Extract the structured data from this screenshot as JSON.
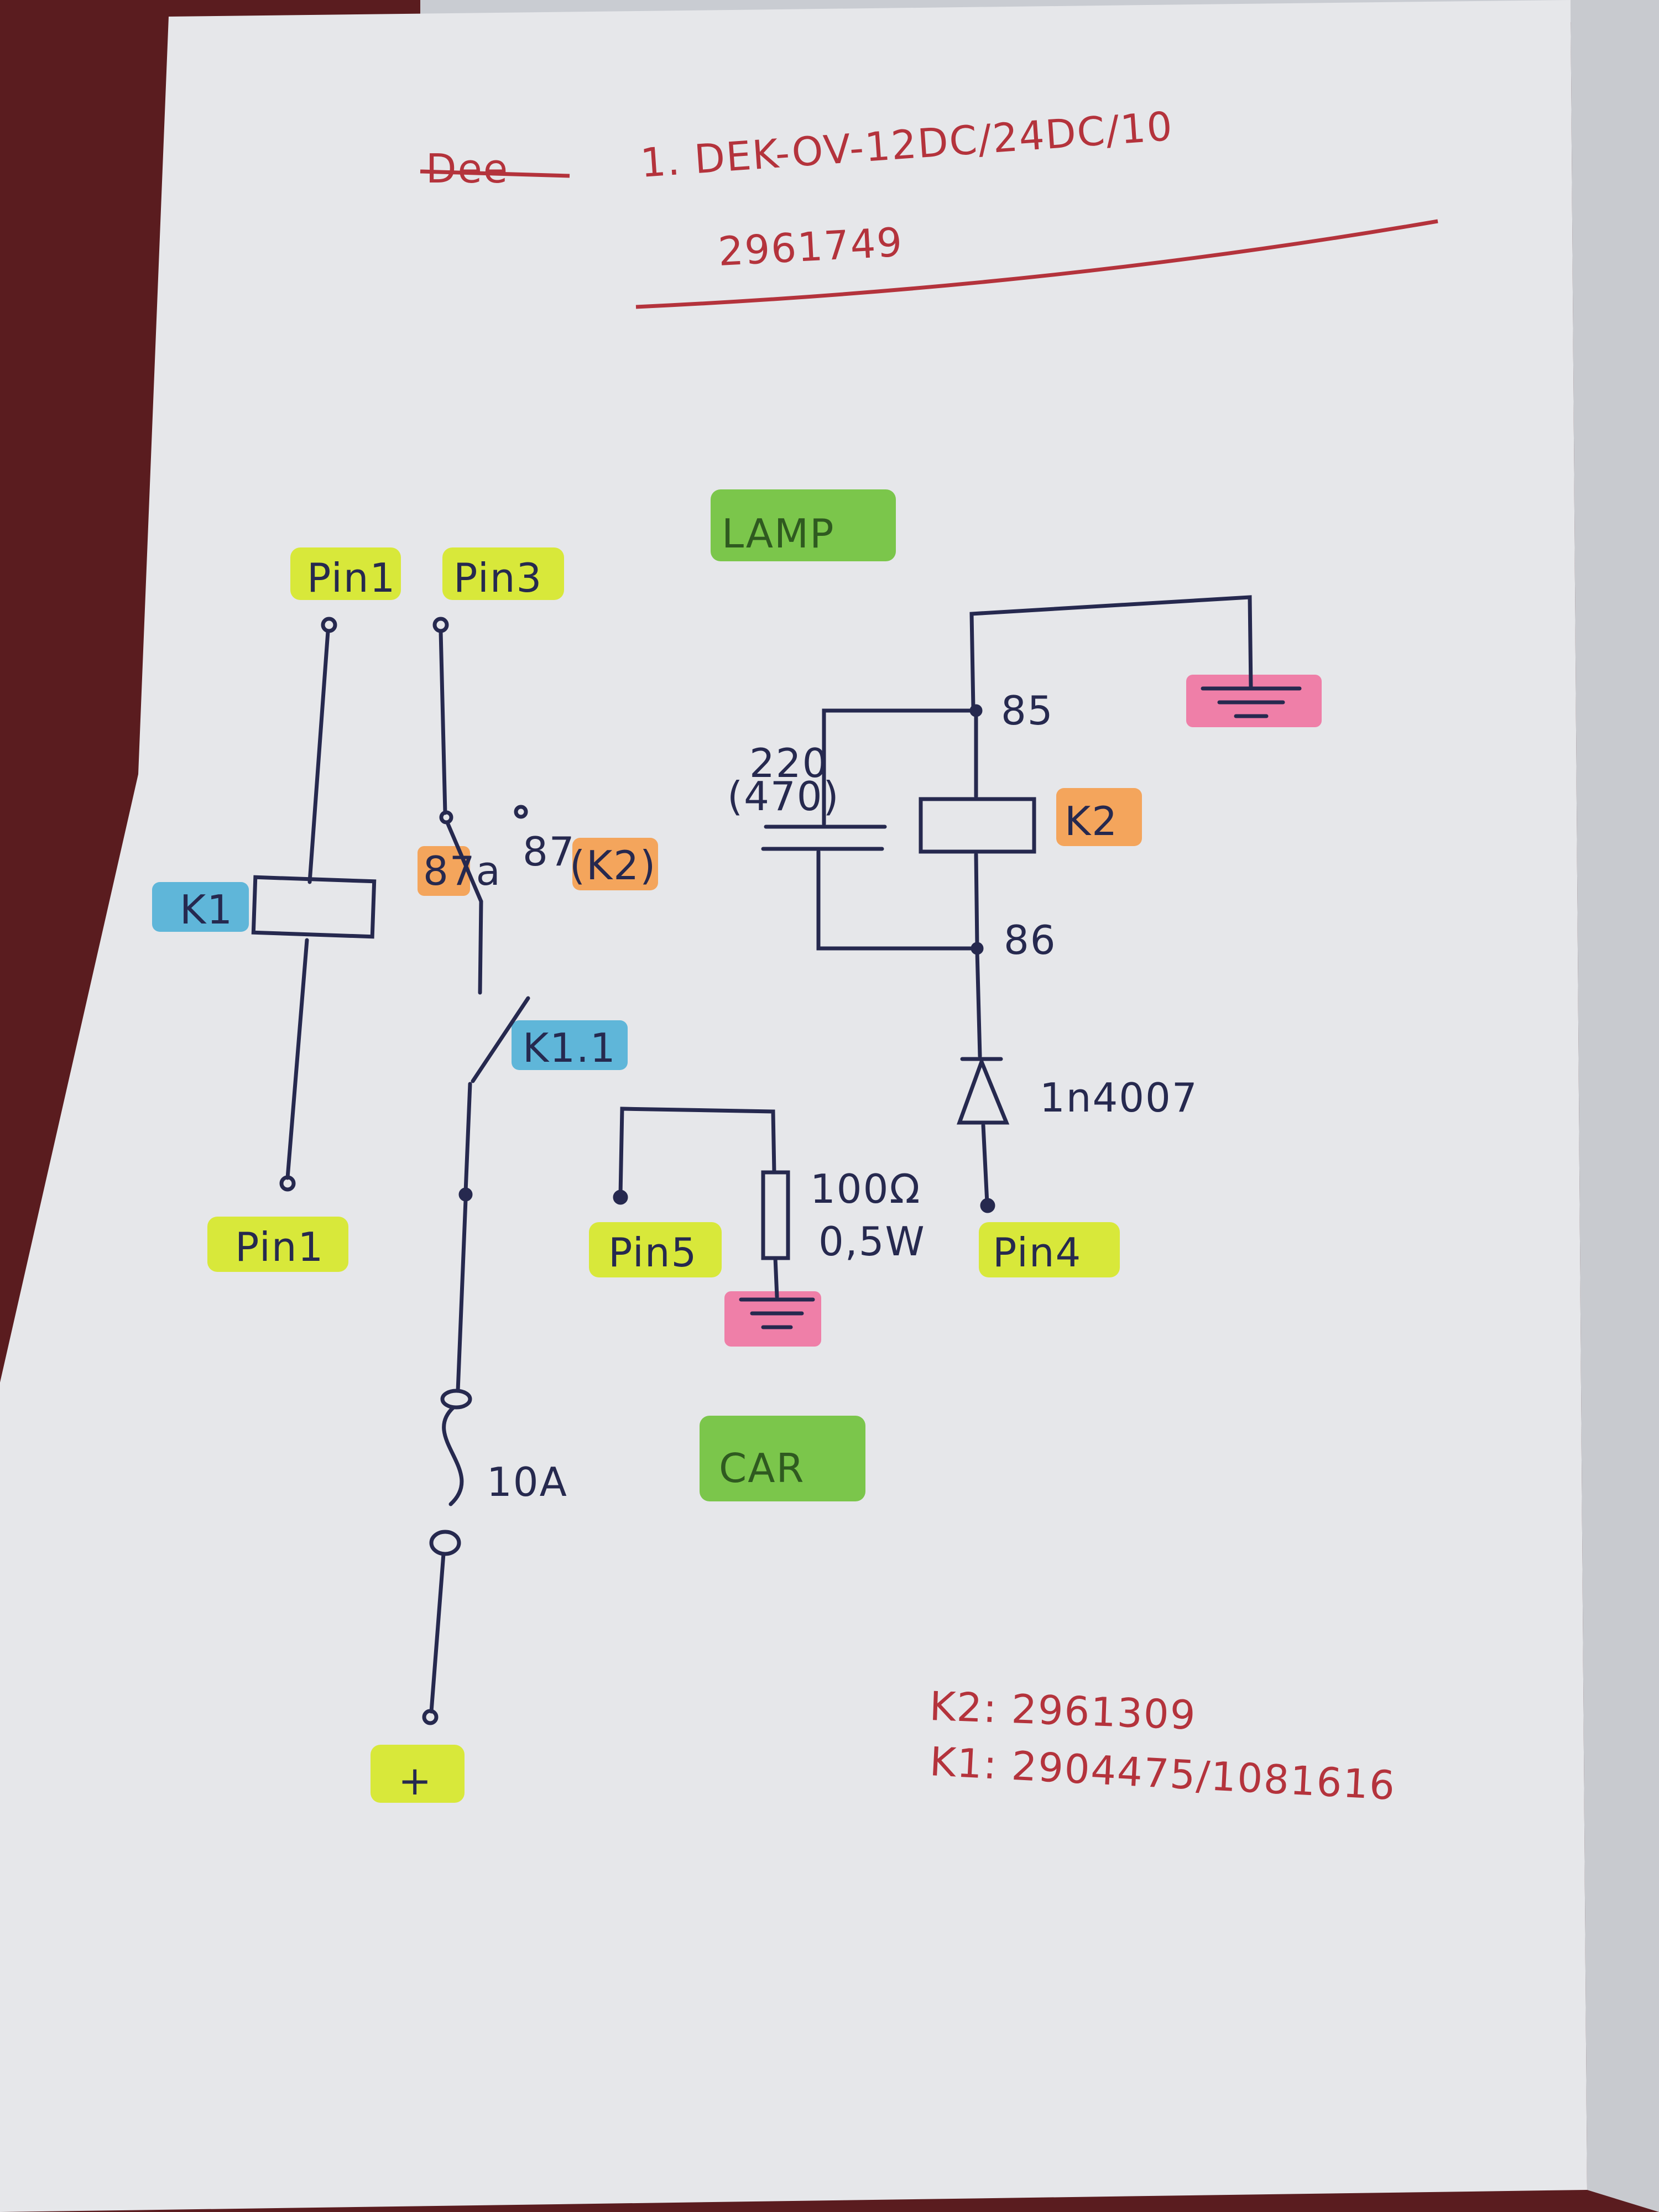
{
  "header": {
    "struck_text": "Dee",
    "line1": "1. DEK-OV-12DC/24DC/10",
    "line2": "2961749"
  },
  "labels": {
    "lamp": "LAMP",
    "car": "CAR",
    "pin1_top": "Pin1",
    "pin3": "Pin3",
    "pin1_bottom": "Pin1",
    "pin5": "Pin5",
    "pin4": "Pin4",
    "plus": "+",
    "k1": "K1",
    "k1_1": "K1.1",
    "k2": "K2",
    "contact_87a": "87a",
    "contact_87": "87",
    "contact_87_ref": "(K2)",
    "terminal_85": "85",
    "terminal_86": "86",
    "cap_value": "220",
    "cap_value_alt": "(470)",
    "diode": "1n4007",
    "resistor": "100Ω",
    "resistor_power": "0,5W",
    "fuse": "10A"
  },
  "parts_list": {
    "k2": "K2: 2961309",
    "k1": "K1: 2904475/1081616"
  },
  "colors": {
    "paper": "#e6e7ea",
    "background": "#5a1c1f",
    "ink_blue": "#26294f",
    "ink_red": "#b4333c",
    "ink_green": "#2f5a20",
    "highlight_yellow": "#d8e83a",
    "highlight_green": "#6fc23a",
    "highlight_blue": "#5fb6d9",
    "highlight_orange": "#f4a55c",
    "highlight_pink": "#ef7fa8"
  }
}
